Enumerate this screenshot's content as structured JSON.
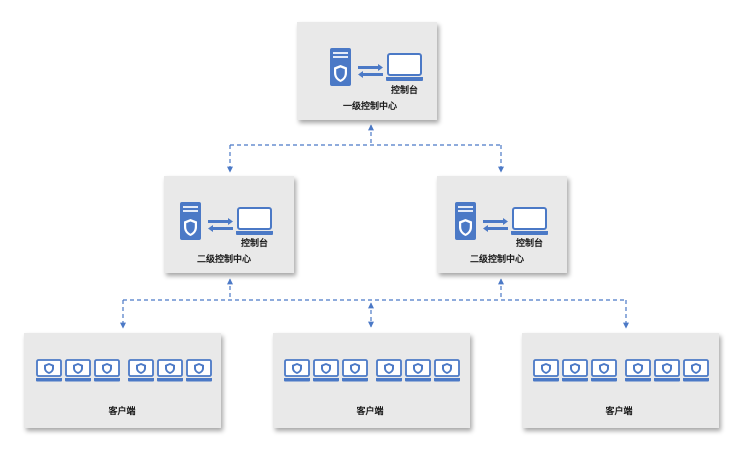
{
  "diagram": {
    "colors": {
      "accent": "#4b79c6",
      "accent_dark": "#2f5ea8",
      "box_fill": "#e9e9e9",
      "box_shadow": "#c7c7c7",
      "connector": "#4b79c6",
      "background": "#ffffff"
    },
    "level1": {
      "label": "一级控制中心",
      "console_label": "控制台",
      "icons": [
        "server-shield-icon",
        "bidirectional-arrows-icon",
        "laptop-icon"
      ]
    },
    "level2": [
      {
        "label": "二级控制中心",
        "console_label": "控制台"
      },
      {
        "label": "二级控制中心",
        "console_label": "控制台"
      }
    ],
    "clients": [
      {
        "label": "客户端",
        "device_count": 6,
        "icon": "laptop-shield-icon"
      },
      {
        "label": "客户端",
        "device_count": 6,
        "icon": "laptop-shield-icon"
      },
      {
        "label": "客户端",
        "device_count": 6,
        "icon": "laptop-shield-icon"
      }
    ],
    "connections": [
      {
        "from": "一级控制中心",
        "to": "二级控制中心",
        "style": "dashed-arrow"
      },
      {
        "from": "二级控制中心",
        "to": "客户端",
        "style": "dashed-arrow"
      }
    ]
  }
}
